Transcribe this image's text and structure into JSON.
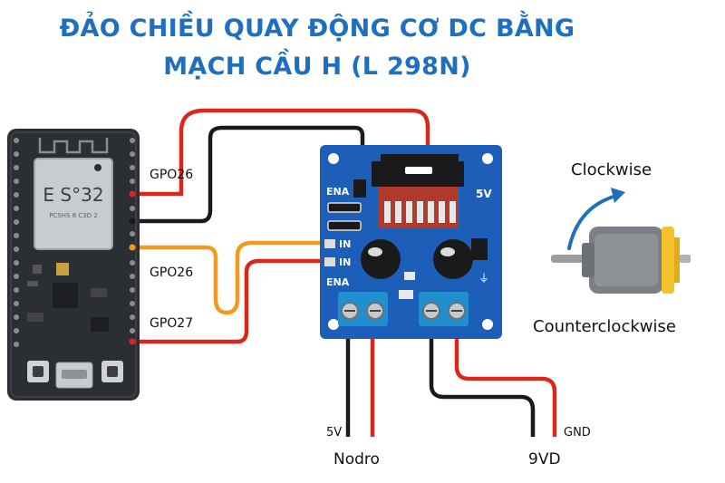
{
  "title": {
    "line1": "ĐẢO CHIỀU QUAY ĐỘNG CƠ DC BẰNG",
    "line2": "MẠCH CẦU H (L 298N)"
  },
  "esp32": {
    "chip_text": "E S°32",
    "chip_subtext": "PCSHS 8 C3D 2"
  },
  "pins": {
    "gpio_top": "GPO26",
    "gpio_mid": "GPO26",
    "gpio_low": "GPO27"
  },
  "driver": {
    "ena_top": "ENA",
    "ena_bottom": "ENA",
    "in1": "IN",
    "in2": "IN",
    "volt": "5V"
  },
  "terminals": {
    "left_label": "5V",
    "left_caption": "Nodro",
    "right_label": "GND",
    "right_caption": "9VD"
  },
  "motor": {
    "clockwise": "Clockwise",
    "counterclockwise": "Counterclockwise"
  },
  "colors": {
    "title": "#1f6fc0",
    "board": "#2b2e33",
    "driver": "#1d5fb8",
    "wire_red": "#d9271c",
    "wire_black": "#1a1a1a",
    "wire_orange": "#f29a1f",
    "arrow": "#1f6fc0"
  }
}
